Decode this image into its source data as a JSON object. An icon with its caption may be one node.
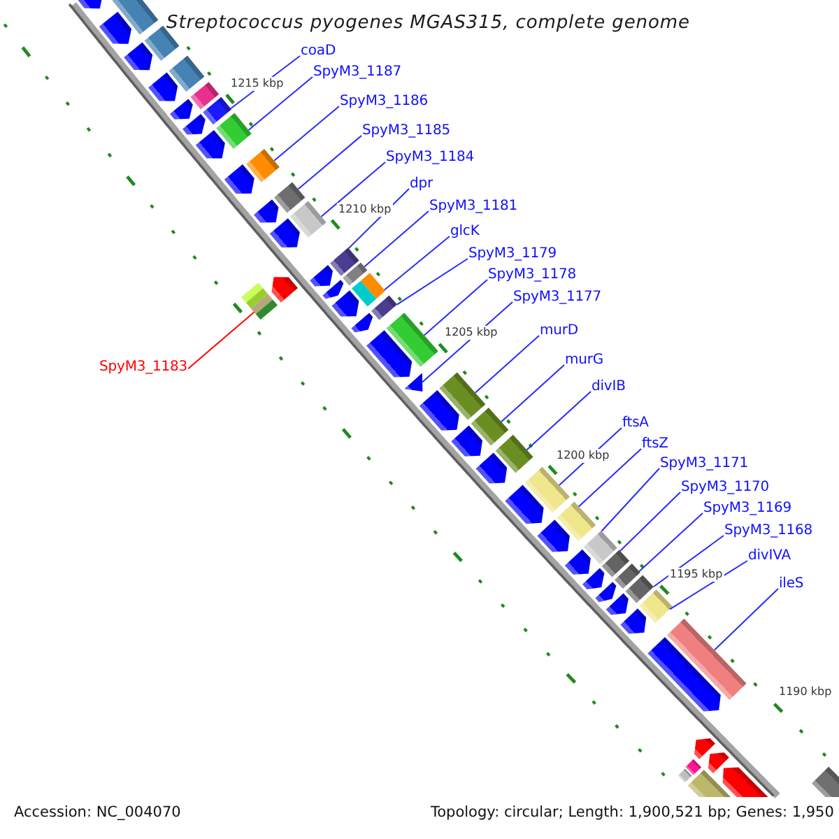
{
  "diagram": {
    "title": "Streptococcus pyogenes MGAS315, complete genome",
    "nodes": [
      {
        "text": [
          "coaD"
        ]
      },
      {
        "text": [
          "SpyM3_1187"
        ]
      },
      {
        "text": [
          "SpyM3_1186"
        ]
      },
      {
        "text": [
          "SpyM3_1185"
        ]
      },
      {
        "text": [
          "SpyM3_1184"
        ]
      },
      {
        "text": [
          "dpr"
        ]
      },
      {
        "text": [
          "SpyM3_1181"
        ]
      },
      {
        "text": [
          "glcK"
        ]
      },
      {
        "text": [
          "SpyM3_1179"
        ]
      },
      {
        "text": [
          "SpyM3_1178"
        ]
      },
      {
        "text": [
          "SpyM3_1177"
        ]
      },
      {
        "text": [
          "murD"
        ]
      },
      {
        "text": [
          "murG"
        ]
      },
      {
        "text": [
          "SpyM3_1183"
        ]
      },
      {
        "text": [
          "divIB"
        ]
      },
      {
        "text": [
          "ftsA"
        ]
      },
      {
        "text": [
          "ftsZ"
        ]
      },
      {
        "text": [
          "SpyM3_1171"
        ]
      },
      {
        "text": [
          "SpyM3_1170"
        ]
      },
      {
        "text": [
          "SpyM3_1169"
        ]
      },
      {
        "text": [
          "SpyM3_1168"
        ]
      },
      {
        "text": [
          "divIVA"
        ]
      },
      {
        "text": [
          "ileS"
        ]
      },
      {
        "text": [],
        "shape": "pentagon"
      },
      {
        "text": [],
        "shape": "box"
      },
      {
        "text": [],
        "shape": "pentagon"
      },
      {
        "text": [],
        "shape": "box"
      },
      {
        "text": [],
        "shape": "pentagon"
      },
      {
        "text": [],
        "shape": "box"
      },
      {
        "text": [],
        "shape": "pentagon"
      },
      {
        "text": [],
        "shape": "box"
      },
      {
        "text": [],
        "shape": "box"
      },
      {
        "text": [],
        "shape": "pentagon"
      },
      {
        "text": [],
        "shape": "pentagon"
      },
      {
        "text": [],
        "shape": "box"
      },
      {
        "text": [],
        "shape": "pentagon"
      },
      {
        "text": [],
        "shape": "diamond"
      },
      {
        "text": [],
        "shape": "pentagon"
      },
      {
        "text": [],
        "shape": "box"
      },
      {
        "text": [],
        "shape": "pentagon"
      },
      {
        "text": [],
        "shape": "box"
      },
      {
        "text": [],
        "shape": "pentagon"
      },
      {
        "text": [],
        "shape": "box"
      },
      {
        "text": [],
        "shape": "box"
      },
      {
        "text": [],
        "shape": "pentagon"
      },
      {
        "text": [],
        "shape": "pentagon"
      },
      {
        "text": [],
        "shape": "box"
      },
      {
        "text": [],
        "shape": "pentagon"
      },
      {
        "text": [],
        "shape": "box"
      },
      {
        "text": [],
        "shape": "pentagon"
      },
      {
        "text": [],
        "shape": "box"
      },
      {
        "text": [],
        "shape": "pentagon"
      },
      {
        "text": [],
        "shape": "box"
      },
      {
        "text": [],
        "shape": "pentagon"
      },
      {
        "text": [],
        "shape": "triangle"
      },
      {
        "text": [],
        "shape": "box"
      },
      {
        "text": [],
        "shape": "pentagon"
      },
      {
        "text": [],
        "shape": "box"
      },
      {
        "text": [],
        "shape": "pentagon"
      },
      {
        "text": [],
        "shape": "box"
      },
      {
        "text": [],
        "shape": "pentagon"
      },
      {
        "text": [],
        "shape": "box"
      },
      {
        "text": [],
        "shape": "pentagon"
      },
      {
        "text": [],
        "shape": "box"
      },
      {
        "text": [],
        "shape": "pentagon"
      },
      {
        "text": [],
        "shape": "diamond"
      },
      {
        "text": [],
        "shape": "box"
      },
      {
        "text": [],
        "shape": "pentagon"
      },
      {
        "text": [],
        "shape": "box"
      },
      {
        "text": [],
        "shape": "pentagon"
      },
      {
        "text": [],
        "shape": "box"
      },
      {
        "text": [],
        "shape": "pentagon"
      },
      {
        "text": [],
        "shape": "pentagon"
      },
      {
        "text": [],
        "shape": "diamond"
      },
      {
        "text": [],
        "shape": "pentagon"
      },
      {
        "text": [],
        "shape": "box"
      },
      {
        "text": [],
        "shape": "pentagon"
      },
      {
        "text": [],
        "shape": "pentagon"
      },
      {
        "text": [],
        "shape": "pentagon"
      },
      {
        "text": [],
        "shape": "diamond"
      },
      {
        "text": [],
        "shape": "diamond"
      },
      {
        "text": [],
        "shape": "pentagon"
      },
      {
        "text": [],
        "shape": "box"
      },
      {
        "text": [],
        "shape": "box"
      }
    ],
    "edges": [
      {
        "from": 0,
        "to": 31,
        "arrow": "none"
      },
      {
        "from": 1,
        "to": 34,
        "arrow": "none"
      },
      {
        "from": 2,
        "to": 36,
        "arrow": "none"
      },
      {
        "from": 3,
        "to": 38,
        "arrow": "none"
      },
      {
        "from": 4,
        "to": 40,
        "arrow": "none"
      },
      {
        "from": 5,
        "to": 42,
        "arrow": "none"
      },
      {
        "from": 6,
        "to": 43,
        "arrow": "none"
      },
      {
        "from": 7,
        "to": 46,
        "arrow": "none"
      },
      {
        "from": 8,
        "to": 50,
        "arrow": "none"
      },
      {
        "from": 9,
        "to": 52,
        "arrow": "none"
      },
      {
        "from": 10,
        "to": 54,
        "arrow": "none"
      },
      {
        "from": 11,
        "to": 55,
        "arrow": "none"
      },
      {
        "from": 12,
        "to": 57,
        "arrow": "none"
      },
      {
        "from": 13,
        "to": 48,
        "arrow": "none",
        "color": "#ff0000"
      },
      {
        "from": 14,
        "to": 59,
        "arrow": "none"
      },
      {
        "from": 15,
        "to": 61,
        "arrow": "none"
      },
      {
        "from": 16,
        "to": 63,
        "arrow": "none"
      },
      {
        "from": 17,
        "to": 65,
        "arrow": "none"
      },
      {
        "from": 18,
        "to": 66,
        "arrow": "none"
      },
      {
        "from": 19,
        "to": 68,
        "arrow": "none"
      },
      {
        "from": 20,
        "to": 70,
        "arrow": "none"
      },
      {
        "from": 21,
        "to": 73,
        "arrow": "none"
      },
      {
        "from": 22,
        "to": 75,
        "arrow": "none"
      }
    ],
    "labels": [
      "1215 kbp",
      "1210 kbp",
      "1205 kbp",
      "1200 kbp",
      "1195 kbp",
      "1190 kbp",
      "Accession: NC_004070",
      "Topology: circular; Length: 1,900,521 bp; Genes: 1,950"
    ]
  }
}
